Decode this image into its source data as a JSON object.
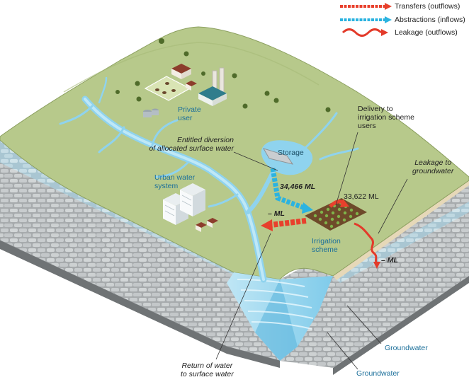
{
  "legend": {
    "transfers": "Transfers (outflows)",
    "abstractions": "Abstractions (inflows)",
    "leakage": "Leakage (outflows)"
  },
  "labels": {
    "private_user": [
      "Private",
      "user"
    ],
    "urban_water": [
      "Urban water",
      "system"
    ],
    "entitled_diversion": [
      "Entitled diversion",
      "of allocated surface water"
    ],
    "storage": "Storage",
    "delivery": [
      "Delivery to",
      "irrigation scheme",
      "users"
    ],
    "leakage_to_gw": [
      "Leakage to",
      "groundwater"
    ],
    "flow_34466": "34,466 ML",
    "flow_33622": "33,622 ML",
    "ml_transfer": "– ML",
    "ml_leakage": "– ML",
    "irrigation_scheme": [
      "Irrigation",
      "scheme"
    ],
    "return_water": [
      "Return of water",
      "to surface water"
    ],
    "groundwater_1": "Groundwater",
    "groundwater_2": "Groundwater"
  },
  "colors": {
    "transfer": "#e8402c",
    "abstraction": "#2bb3e0",
    "leakage": "#e33a2a",
    "land": "#b8c98a",
    "water": "#8fd3ee",
    "rock": "#9fa3a5"
  }
}
